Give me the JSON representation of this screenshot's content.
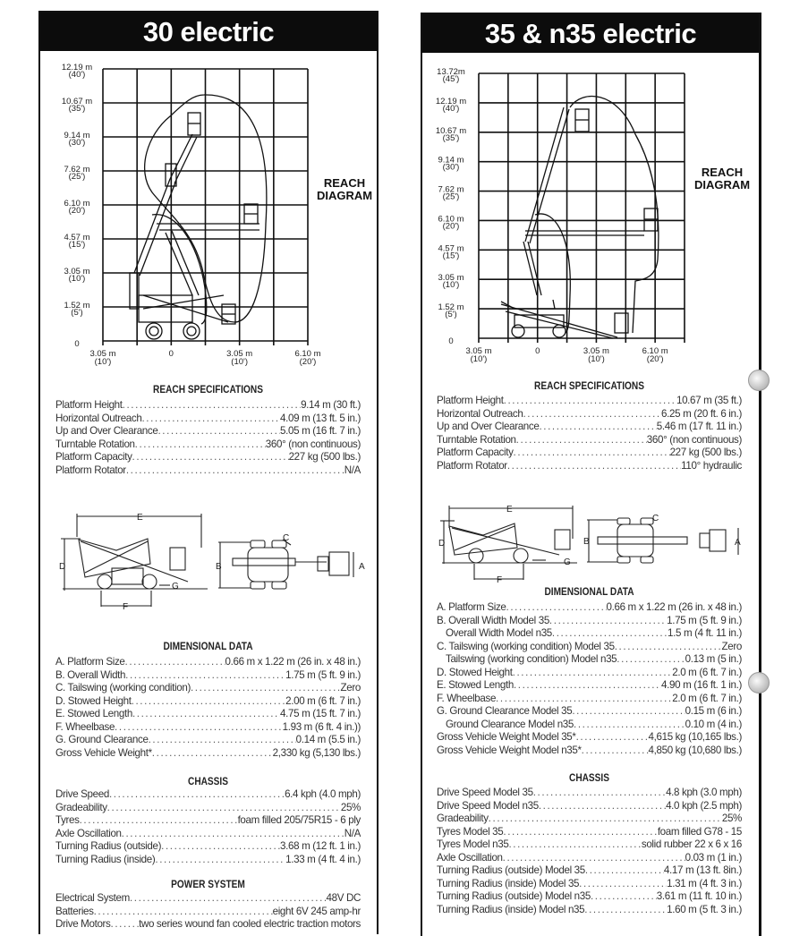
{
  "left": {
    "title": "30 electric",
    "reach_diagram_label": [
      "REACH",
      "DIAGRAM"
    ],
    "reach_specs": {
      "title": "REACH SPECIFICATIONS",
      "rows": [
        {
          "label": "Platform Height",
          "value": "9.14 m  (30 ft.)"
        },
        {
          "label": "Horizontal Outreach",
          "value": "4.09 m (13 ft. 5 in.)"
        },
        {
          "label": "Up and Over Clearance",
          "value": "5.05 m (16 ft. 7 in.)"
        },
        {
          "label": "Turntable Rotation",
          "value": "360° (non continuous)"
        },
        {
          "label": "Platform Capacity",
          "value": "227 kg (500 lbs.)"
        },
        {
          "label": "Platform Rotator",
          "value": "N/A"
        }
      ]
    },
    "dimension_labels": {
      "E": "E",
      "D": "D",
      "F": "F",
      "G": "G",
      "C": "C",
      "B": "B",
      "A": "A"
    },
    "dimensional_data": {
      "title": "DIMENSIONAL DATA",
      "rows": [
        {
          "label": "A. Platform Size",
          "value": "0.66 m x 1.22 m (26 in. x 48 in.)"
        },
        {
          "label": "B. Overall Width",
          "value": "1.75 m  (5 ft. 9 in.)"
        },
        {
          "label": "C. Tailswing (working condition)",
          "value": "Zero"
        },
        {
          "label": "D. Stowed Height",
          "value": "2.00 m (6 ft. 7 in.)"
        },
        {
          "label": "E. Stowed Length",
          "value": "4.75 m (15 ft. 7 in.)"
        },
        {
          "label": "F. Wheelbase",
          "value": "1.93 m  (6 ft. 4 in.))"
        },
        {
          "label": "G. Ground Clearance",
          "value": "0.14 m (5.5 in.)"
        },
        {
          "label": "Gross Vehicle Weight*",
          "value": "2,330 kg (5,130 lbs.)"
        }
      ]
    },
    "chassis": {
      "title": "CHASSIS",
      "rows": [
        {
          "label": "Drive Speed",
          "value": "6.4 kph (4.0 mph)"
        },
        {
          "label": "Gradeability",
          "value": "25%"
        },
        {
          "label": "Tyres",
          "value": "foam filled 205/75R15 - 6 ply"
        },
        {
          "label": "Axle Oscillation",
          "value": "N/A"
        },
        {
          "label": "Turning Radius (outside)",
          "value": "3.68 m (12 ft. 1 in.)"
        },
        {
          "label": "Turning Radius (inside)",
          "value": "1.33 m (4 ft. 4 in.)"
        }
      ]
    },
    "power_system": {
      "title": "POWER SYSTEM",
      "rows": [
        {
          "label": "Electrical System",
          "value": "48V DC"
        },
        {
          "label": "Batteries",
          "value": "eight 6V 245 amp-hr"
        },
        {
          "label": "Drive Motors",
          "value": "two series wound fan cooled electric traction motors"
        }
      ]
    }
  },
  "right": {
    "title": "35 & n35 electric",
    "reach_diagram_label": [
      "REACH",
      "DIAGRAM"
    ],
    "reach_specs": {
      "title": "REACH SPECIFICATIONS",
      "rows": [
        {
          "label": "Platform Height",
          "value": "10.67 m  (35 ft.)"
        },
        {
          "label": "Horizontal Outreach",
          "value": "6.25 m (20 ft. 6 in.)"
        },
        {
          "label": "Up and Over Clearance",
          "value": "5.46 m (17 ft. 11 in.)"
        },
        {
          "label": "Turntable Rotation",
          "value": "360° (non continuous)"
        },
        {
          "label": "Platform Capacity",
          "value": "227 kg (500 lbs.)"
        },
        {
          "label": "Platform Rotator",
          "value": "110° hydraulic"
        }
      ]
    },
    "dimension_labels": {
      "E": "E",
      "D": "D",
      "F": "F",
      "G": "G",
      "C": "C",
      "B": "B",
      "A": "A"
    },
    "dimensional_data": {
      "title": "DIMENSIONAL DATA",
      "rows": [
        {
          "label": "A. Platform Size",
          "value": "0.66 m x 1.22 m (26 in. x 48 in.)"
        },
        {
          "label": "B. Overall Width Model 35",
          "value": "1.75 m  (5 ft. 9 in.)"
        },
        {
          "label": "Overall Width Model n35",
          "value": "1.5 m  (4 ft. 11 in.)",
          "indent": true
        },
        {
          "label": "C. Tailswing (working condition) Model 35",
          "value": "Zero"
        },
        {
          "label": "Tailswing (working condition) Model n35",
          "value": "0.13 m  (5 in.)",
          "indent": true
        },
        {
          "label": "D. Stowed Height",
          "value": "2.0 m (6 ft. 7 in.)"
        },
        {
          "label": "E. Stowed Length",
          "value": "4.90 m (16 ft. 1 in.)"
        },
        {
          "label": "F. Wheelbase",
          "value": "2.0 m  (6 ft. 7 in.)"
        },
        {
          "label": "G. Ground Clearance Model 35",
          "value": "0.15 m (6 in.)"
        },
        {
          "label": "Ground Clearance Model n35",
          "value": "0.10 m (4 in.)",
          "indent": true
        },
        {
          "label": "Gross Vehicle Weight Model 35*",
          "value": "4,615 kg (10,165 lbs.)"
        },
        {
          "label": "Gross Vehicle Weight Model n35*",
          "value": "4,850 kg (10,680 lbs.)"
        }
      ]
    },
    "chassis": {
      "title": "CHASSIS",
      "rows": [
        {
          "label": "Drive Speed Model 35",
          "value": "4.8 kph (3.0 mph)"
        },
        {
          "label": "Drive Speed Model n35",
          "value": "4.0 kph (2.5 mph)"
        },
        {
          "label": "Gradeability",
          "value": "25%"
        },
        {
          "label": "Tyres Model 35",
          "value": "foam filled G78 - 15"
        },
        {
          "label": "Tyres Model n35",
          "value": "solid rubber 22 x 6 x 16"
        },
        {
          "label": "Axle Oscillation",
          "value": "0.03 m (1 in.)"
        },
        {
          "label": "Turning Radius (outside) Model 35",
          "value": "4.17 m (13 ft. 8in.)"
        },
        {
          "label": "Turning Radius (inside)  Model 35",
          "value": "1.31 m (4 ft. 3 in.)"
        },
        {
          "label": "Turning Radius (outside) Model n35",
          "value": "3.61 m (11 ft. 10 in.)"
        },
        {
          "label": "Turning Radius (inside)  Model n35",
          "value": "1.60 m (5 ft. 3 in.)"
        }
      ]
    }
  },
  "chart_data": [
    {
      "type": "diagram",
      "title": "REACH DIAGRAM",
      "xlim": [
        -3.05,
        6.1
      ],
      "ylim": [
        0,
        12.19
      ],
      "grid": true,
      "grid_step": 1.525,
      "xticks": [
        {
          "value": -3.05,
          "m": "3.05 m",
          "ft": "(10')"
        },
        {
          "value": 0,
          "m": "0",
          "ft": ""
        },
        {
          "value": 3.05,
          "m": "3.05 m",
          "ft": "(10')"
        },
        {
          "value": 6.1,
          "m": "6.10 m",
          "ft": "(20')"
        }
      ],
      "yticks": [
        {
          "value": 12.19,
          "m": "12.19 m",
          "ft": "(40')"
        },
        {
          "value": 10.67,
          "m": "10.67 m",
          "ft": "(35')"
        },
        {
          "value": 9.14,
          "m": "9.14 m",
          "ft": "(30')"
        },
        {
          "value": 7.62,
          "m": "7.62 m",
          "ft": "(25')"
        },
        {
          "value": 6.1,
          "m": "6.10 m",
          "ft": "(20')"
        },
        {
          "value": 4.57,
          "m": "4.57 m",
          "ft": "(15')"
        },
        {
          "value": 3.05,
          "m": "3.05 m",
          "ft": "(10')"
        },
        {
          "value": 1.52,
          "m": "1.52 m",
          "ft": "(5')"
        },
        {
          "value": 0,
          "m": "0",
          "ft": ""
        }
      ]
    },
    {
      "type": "diagram",
      "title": "REACH DIAGRAM",
      "xlim": [
        -3.05,
        7.625
      ],
      "ylim": [
        0,
        13.72
      ],
      "grid": true,
      "grid_step": 1.525,
      "xticks": [
        {
          "value": -3.05,
          "m": "3.05 m",
          "ft": "(10')"
        },
        {
          "value": 0,
          "m": "0",
          "ft": ""
        },
        {
          "value": 3.05,
          "m": "3.05 m",
          "ft": "(10')"
        },
        {
          "value": 6.1,
          "m": "6.10 m",
          "ft": "(20')"
        }
      ],
      "yticks": [
        {
          "value": 13.72,
          "m": "13.72m",
          "ft": "(45')"
        },
        {
          "value": 12.19,
          "m": "12.19 m",
          "ft": "(40')"
        },
        {
          "value": 10.67,
          "m": "10.67 m",
          "ft": "(35')"
        },
        {
          "value": 9.14,
          "m": "9.14 m",
          "ft": "(30')"
        },
        {
          "value": 7.62,
          "m": "7.62 m",
          "ft": "(25')"
        },
        {
          "value": 6.1,
          "m": "6.10 m",
          "ft": "(20')"
        },
        {
          "value": 4.57,
          "m": "4.57 m",
          "ft": "(15')"
        },
        {
          "value": 3.05,
          "m": "3.05 m",
          "ft": "(10')"
        },
        {
          "value": 1.52,
          "m": "1.52 m",
          "ft": "(5')"
        },
        {
          "value": 0,
          "m": "0",
          "ft": ""
        }
      ]
    }
  ]
}
